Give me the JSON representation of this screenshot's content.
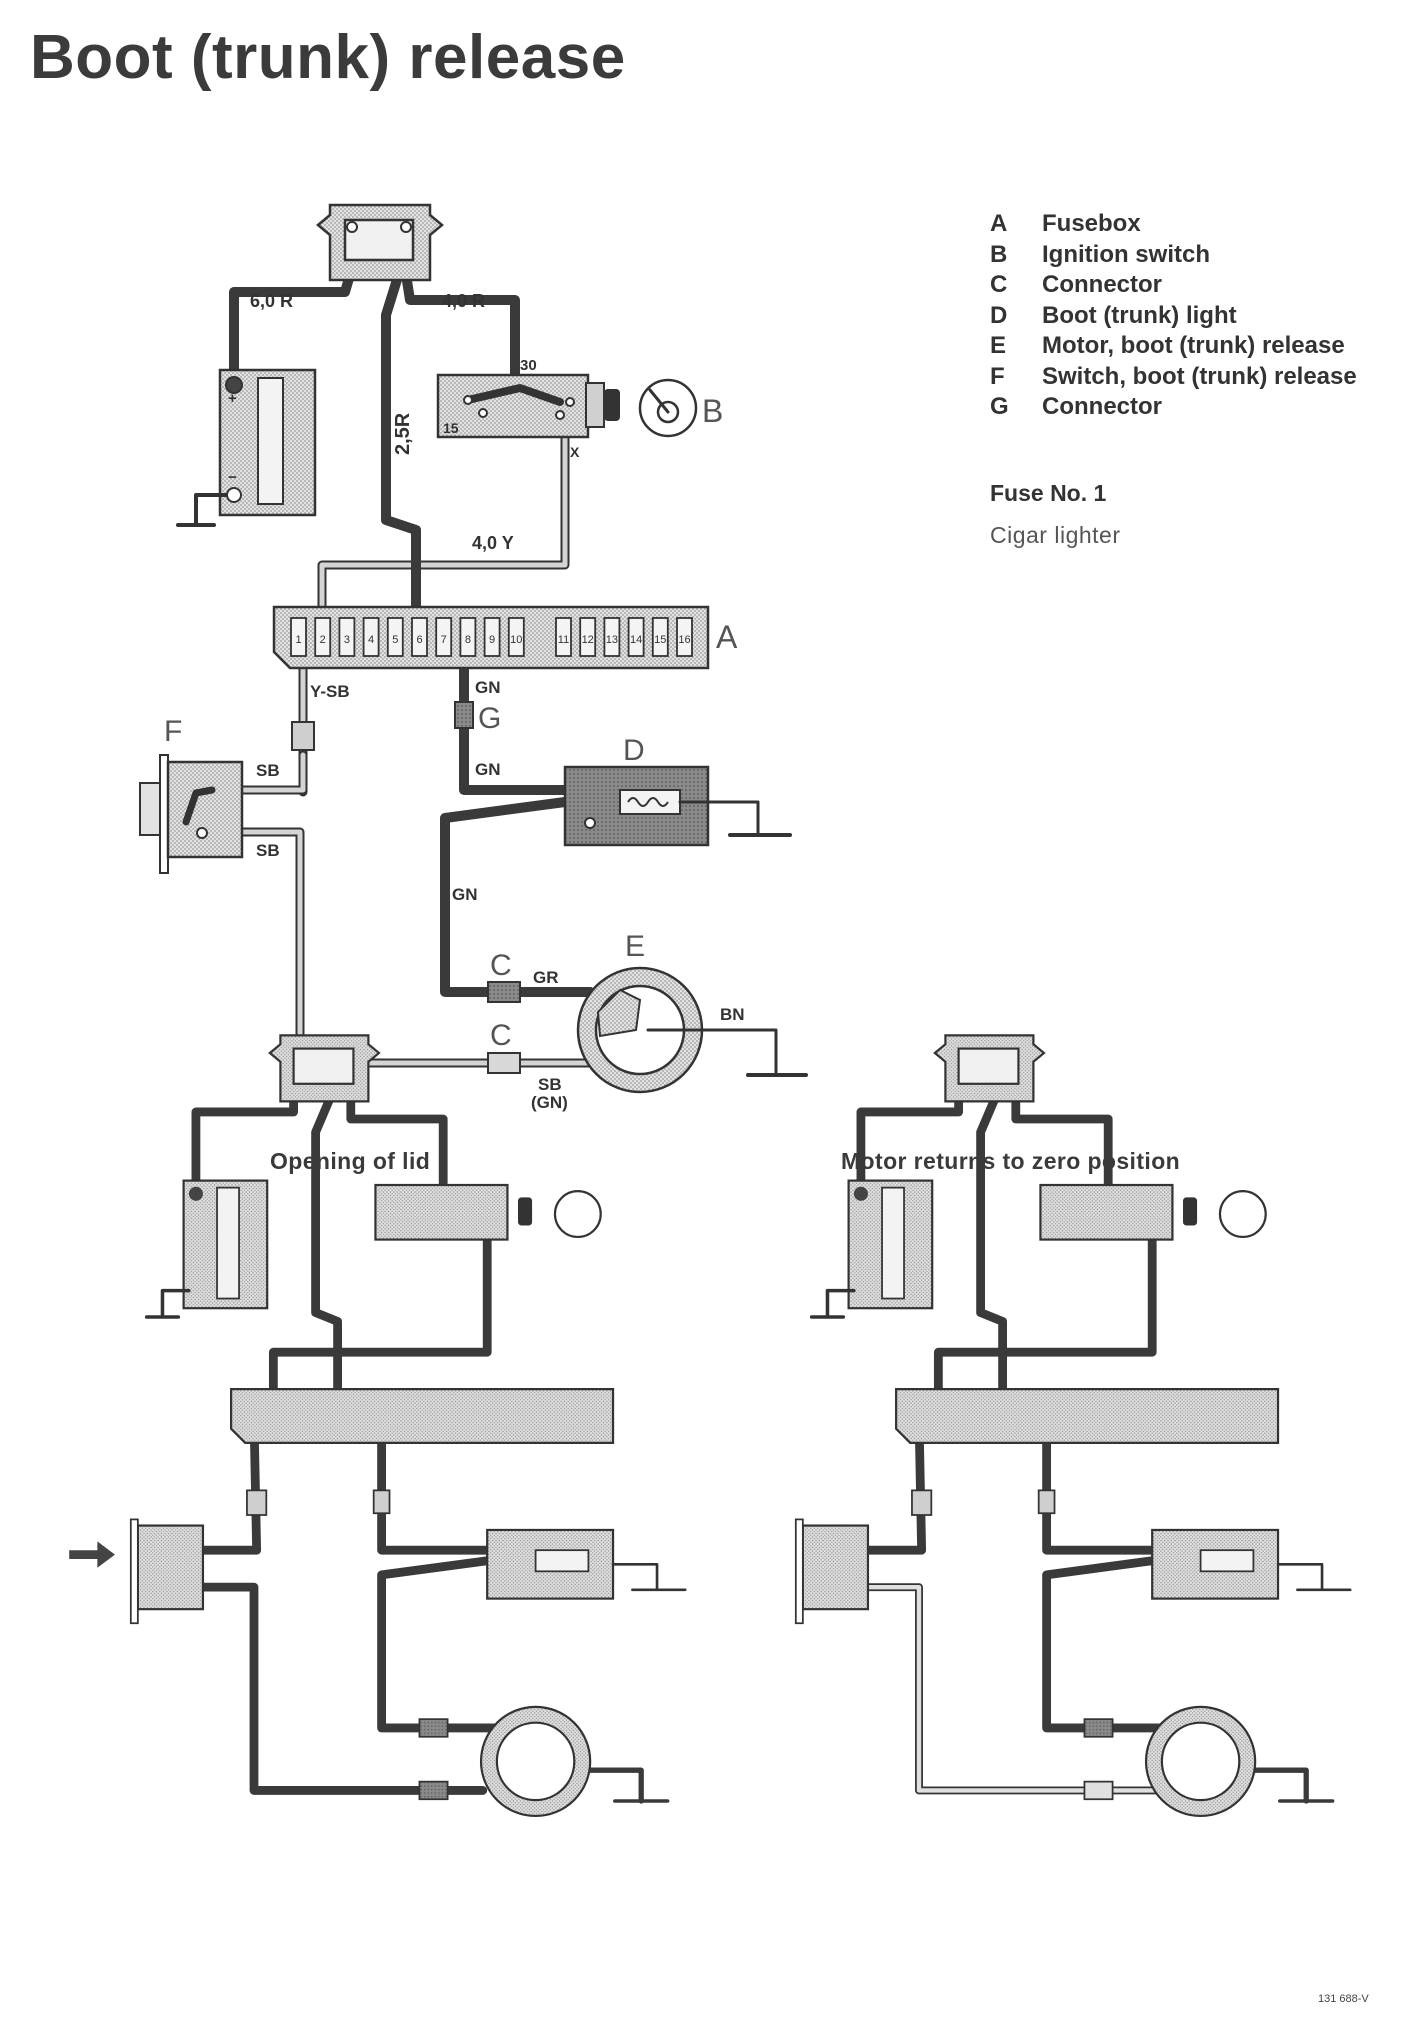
{
  "title": "Boot (trunk) release",
  "legend": [
    {
      "key": "A",
      "label": "Fusebox"
    },
    {
      "key": "B",
      "label": "Ignition switch"
    },
    {
      "key": "C",
      "label": "Connector"
    },
    {
      "key": "D",
      "label": "Boot (trunk) light"
    },
    {
      "key": "E",
      "label": "Motor, boot (trunk) release"
    },
    {
      "key": "F",
      "label": "Switch, boot (trunk) release"
    },
    {
      "key": "G",
      "label": "Connector"
    }
  ],
  "fuse": {
    "title": "Fuse No. 1",
    "circuit": "Cigar lighter"
  },
  "captions": {
    "opening": "Opening of lid",
    "returning": "Motor returns to zero position"
  },
  "reference": "131 688-V",
  "component_letters": {
    "a": "A",
    "b": "B",
    "c1": "C",
    "c2": "C",
    "d": "D",
    "e": "E",
    "f": "F",
    "g": "G"
  },
  "wire_labels": {
    "w6r": "6,0 R",
    "w4r": "4,0 R",
    "w25r": "2,5R",
    "w4y": "4,0 Y",
    "t30": "30",
    "t15": "15",
    "tx": "X",
    "ysb": "Y-SB",
    "gn1": "GN",
    "gn2": "GN",
    "gn3": "GN",
    "sb1": "SB",
    "sb2": "SB",
    "gr": "GR",
    "bn": "BN",
    "sb3": "SB",
    "gn4": "(GN)"
  },
  "fuse_numbers": [
    "1",
    "2",
    "3",
    "4",
    "5",
    "6",
    "7",
    "8",
    "9",
    "10",
    "11",
    "12",
    "13",
    "14",
    "15",
    "16"
  ],
  "battery_terminals": {
    "pos": "+",
    "neg": "−"
  },
  "colors": {
    "wire_heavy": "#3a3a3a",
    "wire_light": "#b4b4b4",
    "component_fill": "#d9d9d9",
    "component_dark": "#7a7a7a",
    "text": "#333333"
  }
}
